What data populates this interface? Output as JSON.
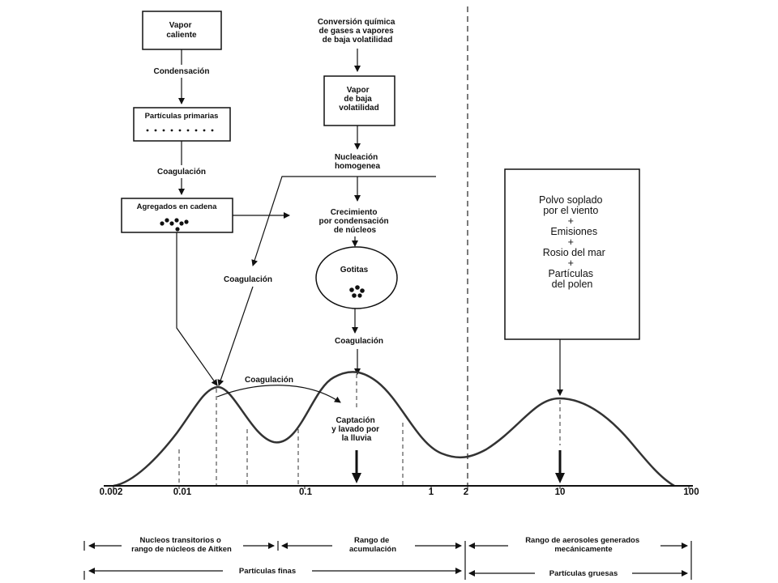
{
  "boxes": {
    "vapor_caliente": [
      "Vapor",
      "caliente"
    ],
    "particulas_primarias": "Partículas primarias",
    "agregados": "Agregados en cadena",
    "vapor_baja": [
      "Vapor",
      "de baja",
      "volatilidad"
    ],
    "gotitas": "Gotitas",
    "coarse_sources": [
      "Polvo soplado",
      "por el viento",
      "+",
      "Emisiones",
      "+",
      "Rosio del mar",
      "+",
      "Partículas",
      "del polen"
    ]
  },
  "labels": {
    "condensacion": "Condensación",
    "coagulacion_1": "Coagulación",
    "coagulacion_left": "Coagulación",
    "coagulacion_mid": "Coagulación",
    "coagulacion_curve": "Coagulación",
    "conversion": [
      "Conversión química",
      "de gases a vapores",
      "de baja volatilidad"
    ],
    "nucleacion": [
      "Nucleación",
      "homogenea"
    ],
    "crecimiento": [
      "Crecimiento",
      "por condensación",
      "de núcleos"
    ],
    "captacion": [
      "Captación",
      "y lavado por",
      "la lluvia"
    ]
  },
  "axis": {
    "ticks": [
      "0.002",
      "0.01",
      "0.1",
      "1",
      "2",
      "10",
      "100"
    ]
  },
  "ranges": {
    "nucleos": [
      "Nucleos transitorios o",
      "rango de núcleos de Aitken"
    ],
    "acumulacion": [
      "Rango de",
      "acumulación"
    ],
    "mecanicos": [
      "Rango de aerosoles generados",
      "mecánicamente"
    ],
    "finas": "Partículas finas",
    "gruesas": "Partículas gruesas"
  }
}
